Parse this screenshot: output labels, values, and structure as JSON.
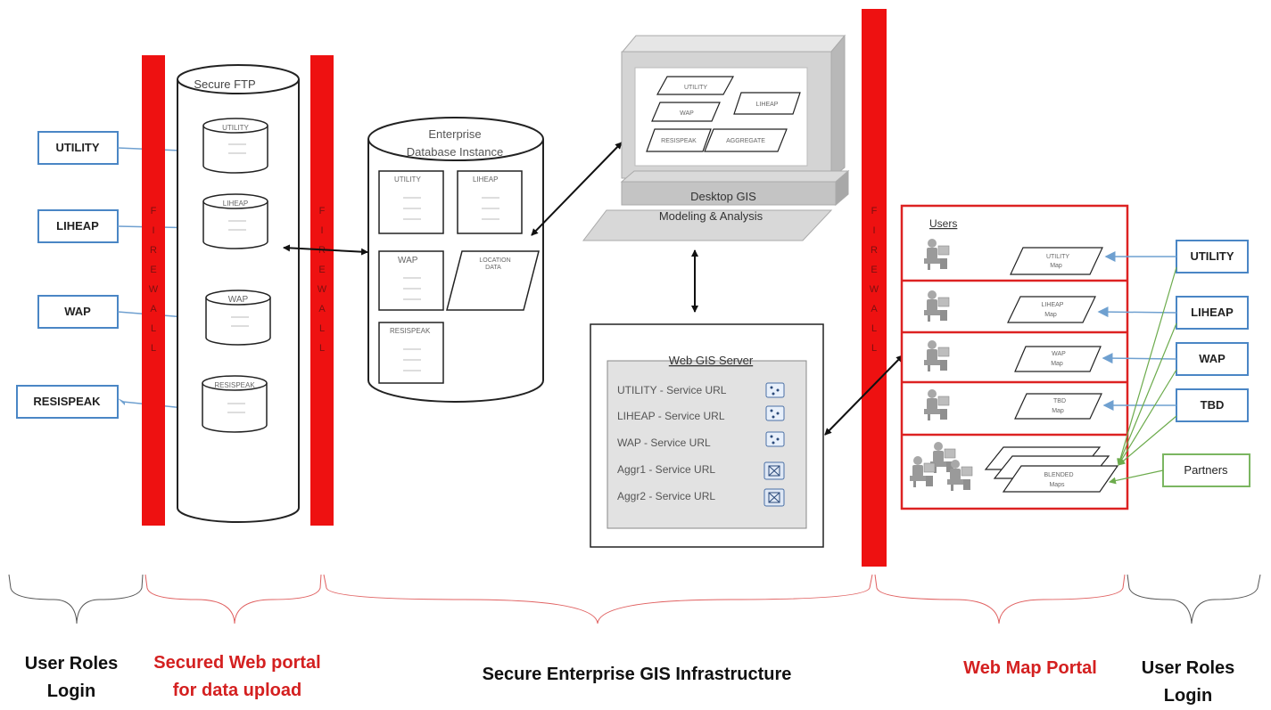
{
  "left_roles": [
    "UTILITY",
    "LIHEAP",
    "WAP",
    "RESISPEAK"
  ],
  "right_roles": [
    "UTILITY",
    "LIHEAP",
    "WAP",
    "TBD"
  ],
  "partners_label": "Partners",
  "firewall_letters": [
    "F",
    "I",
    "R",
    "E",
    "W",
    "A",
    "L",
    "L"
  ],
  "ftp": {
    "title": "Secure FTP",
    "items": [
      "UTILITY",
      "LIHEAP",
      "WAP",
      "RESISPEAK"
    ]
  },
  "database": {
    "title_line1": "Enterprise",
    "title_line2": "Database Instance",
    "tables": [
      "UTILITY",
      "LIHEAP",
      "WAP",
      "RESISPEAK"
    ],
    "location_line1": "LOCATION",
    "location_line2": "DATA"
  },
  "desktop": {
    "screen_items": [
      "UTILITY",
      "WAP",
      "LIHEAP",
      "RESISPEAK",
      "AGGREGATE"
    ],
    "label_line1": "Desktop GIS",
    "label_line2": "Modeling & Analysis"
  },
  "web_gis": {
    "title": "Web GIS Server",
    "services": [
      "UTILITY - Service URL",
      "LIHEAP - Service URL",
      "WAP - Service URL",
      "Aggr1 - Service URL",
      "Aggr2 - Service URL"
    ]
  },
  "portal": {
    "users_label": "Users",
    "maps": [
      {
        "line1": "UTILITY",
        "line2": "Map"
      },
      {
        "line1": "LIHEAP",
        "line2": "Map"
      },
      {
        "line1": "WAP",
        "line2": "Map"
      },
      {
        "line1": "TBD",
        "line2": "Map"
      },
      {
        "line1": "BLENDED",
        "line2": "Maps"
      }
    ]
  },
  "bottom_labels": {
    "user_roles_left_1": "User Roles",
    "user_roles_left_2": "Login",
    "secured_portal_1": "Secured Web portal",
    "secured_portal_2": "for data upload",
    "enterprise": "Secure Enterprise GIS Infrastructure",
    "web_map_portal": "Web Map Portal",
    "user_roles_right_1": "User Roles",
    "user_roles_right_2": "Login"
  },
  "colors": {
    "firewall": "#ee1111",
    "role_box_blue": "#4a86c5",
    "partners_green": "#7bb661",
    "portal_red": "#dd2222",
    "label_red": "#d42020"
  }
}
